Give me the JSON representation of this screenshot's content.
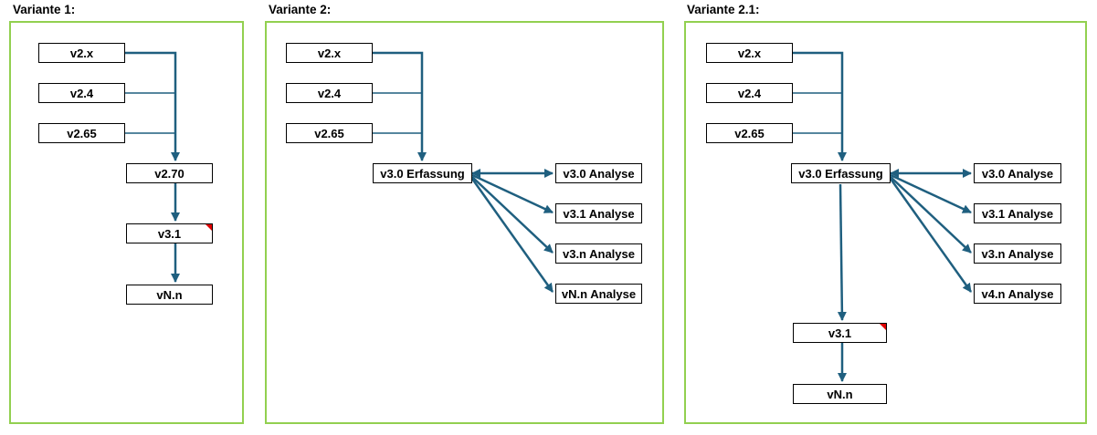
{
  "colors": {
    "panel_border": "#92d050",
    "connector": "#1f5f7f",
    "marker": "#e00000"
  },
  "variants": [
    {
      "title": "Variante 1:",
      "nodes": {
        "v2x": "v2.x",
        "v24": "v2.4",
        "v265": "v2.65",
        "v270": "v2.70",
        "v31": "v3.1",
        "vNn": "vN.n"
      }
    },
    {
      "title": "Variante 2:",
      "nodes": {
        "v2x": "v2.x",
        "v24": "v2.4",
        "v265": "v2.65",
        "erfassung": "v3.0 Erfassung",
        "a30": "v3.0 Analyse",
        "a31": "v3.1 Analyse",
        "a3n": "v3.n Analyse",
        "aNn": "vN.n Analyse"
      }
    },
    {
      "title": "Variante 2.1:",
      "nodes": {
        "v2x": "v2.x",
        "v24": "v2.4",
        "v265": "v2.65",
        "erfassung": "v3.0 Erfassung",
        "a30": "v3.0 Analyse",
        "a31": "v3.1 Analyse",
        "a3n": "v3.n Analyse",
        "a4n": "v4.n Analyse",
        "v31": "v3.1",
        "vNn": "vN.n"
      }
    }
  ]
}
